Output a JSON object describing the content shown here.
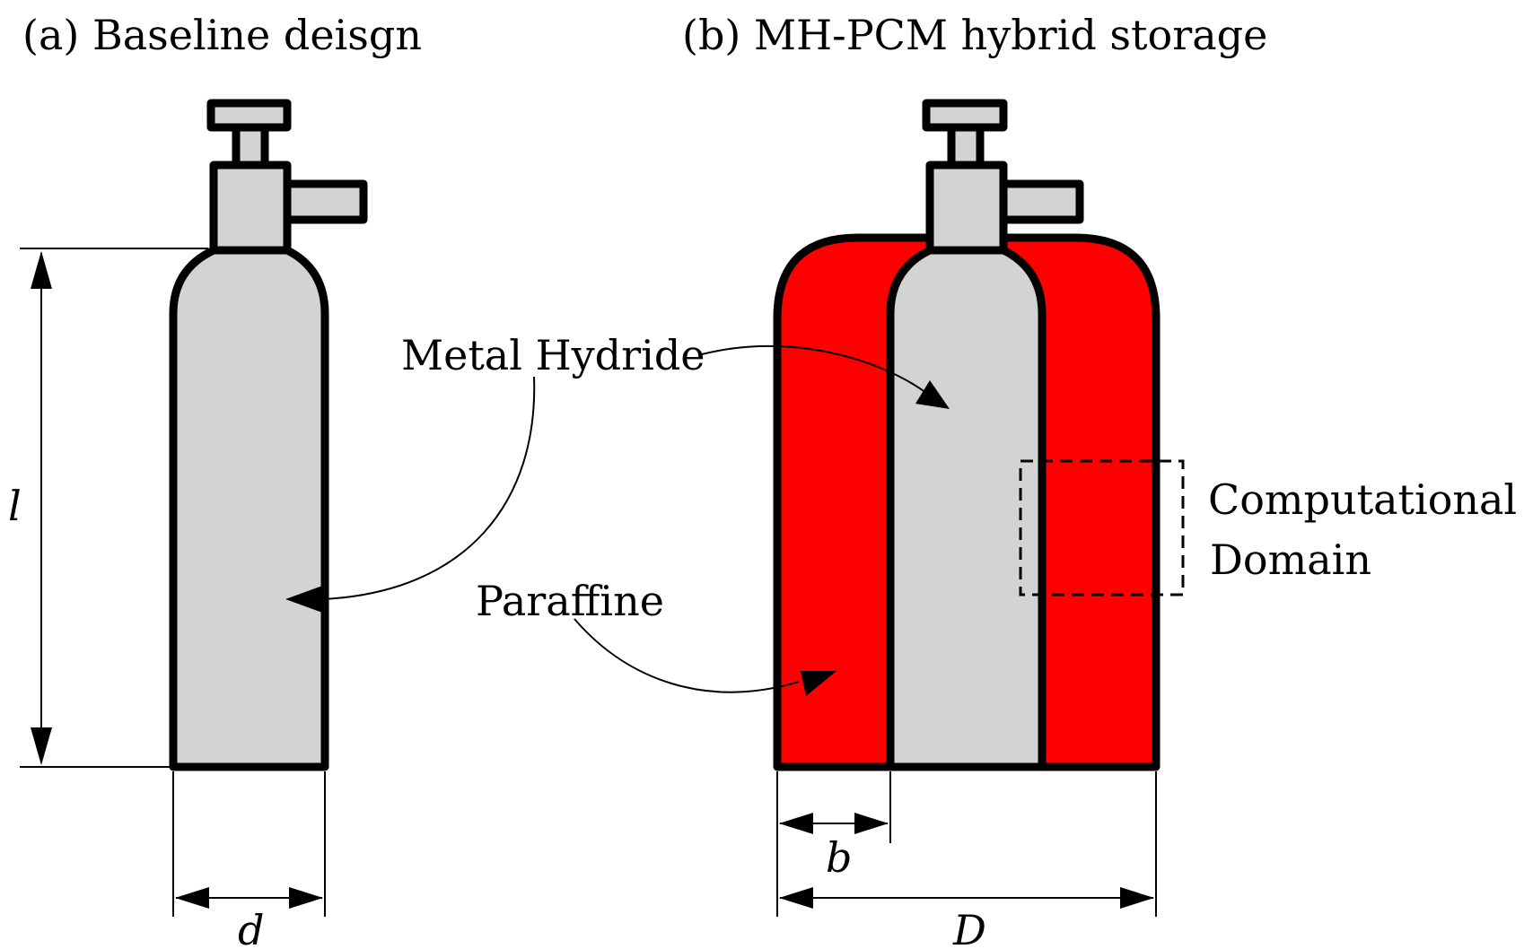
{
  "titles": {
    "a": "(a) Baseline deisgn",
    "b": "(b) MH-PCM hybrid storage"
  },
  "labels": {
    "metal_hydride": "Metal Hydride",
    "paraffine": "Paraffine",
    "computational_line1": "Computational",
    "computational_line2": "Domain"
  },
  "dimensions": {
    "l": "l",
    "d": "d",
    "b": "b",
    "D": "D"
  },
  "colors": {
    "cylinder_fill": "#d3d3d3",
    "pcm_fill": "#ff0000",
    "outline": "#000000"
  }
}
